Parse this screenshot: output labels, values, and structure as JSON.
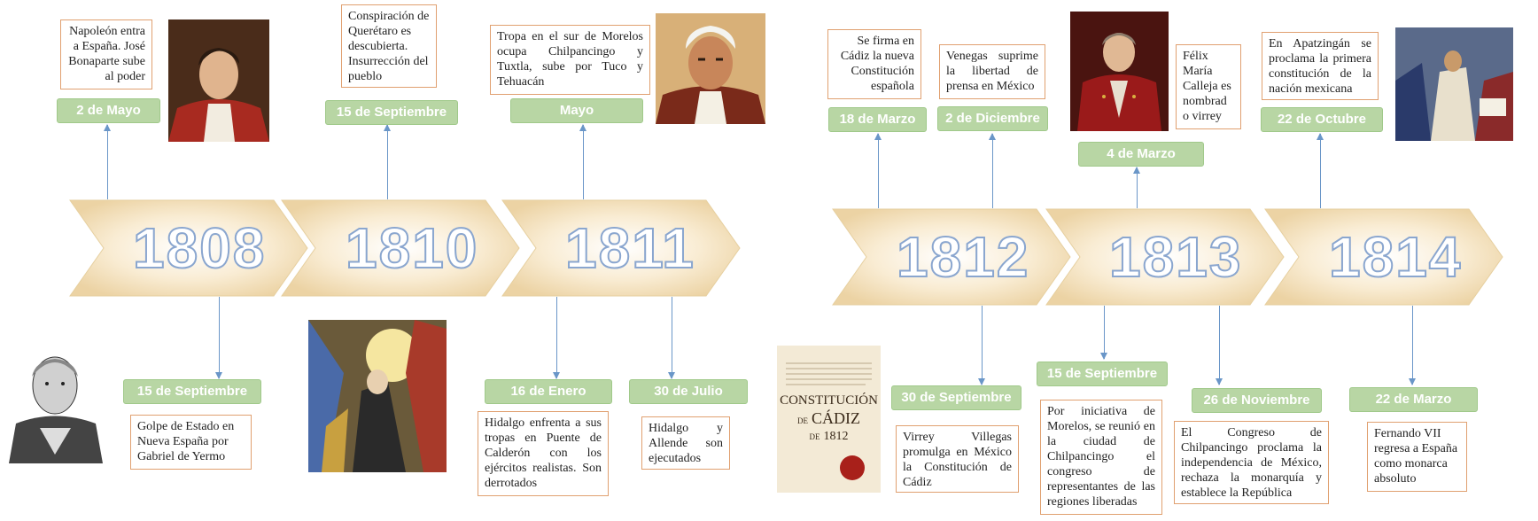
{
  "colors": {
    "pill": "#b8d6a4",
    "box_border": "#e0a070",
    "arrow": "#6a96c8",
    "year_stroke": "#8aa6cf"
  },
  "years": [
    "1808",
    "1810",
    "1811",
    "1812",
    "1813",
    "1814"
  ],
  "events": [
    {
      "date": "2 de Mayo",
      "text": "Napoleón entra a España. José Bonaparte sube al poder"
    },
    {
      "date": "15 de Septiembre",
      "text": "Golpe de Estado en Nueva España por Gabriel de Yermo"
    },
    {
      "date": "15 de Septiembre",
      "text": "Conspiración de Querétaro es descubierta. Insurrección del pueblo"
    },
    {
      "date": "16 de Enero",
      "text": "Hidalgo enfrenta a sus tropas en Puente de Calderón con los ejércitos realistas. Son derrotados"
    },
    {
      "date": "Mayo",
      "text": "Tropa en el sur de Morelos ocupa Chilpancingo y Tuxtla, sube por Tuco y Tehuacán"
    },
    {
      "date": "30 de Julio",
      "text": "Hidalgo y Allende son ejecutados"
    },
    {
      "date": "18 de Marzo",
      "text": "Se firma en Cádiz la nueva Constitución española"
    },
    {
      "date": "2 de Diciembre",
      "text": "Venegas suprime la libertad de prensa en México"
    },
    {
      "date": "30 de Septiembre",
      "text": "Virrey Villegas promulga en México la Constitución de Cádiz"
    },
    {
      "date": "4 de Marzo",
      "text": "Félix María Calleja es nombrad o virrey"
    },
    {
      "date": "15 de Septiembre",
      "text": "Por iniciativa de Morelos, se reunió en la ciudad de Chilpancingo el congreso de representantes de las regiones liberadas"
    },
    {
      "date": "26 de Noviembre",
      "text": "El Congreso de Chilpancingo proclama la independencia de México, rechaza la monarquía y establece la República"
    },
    {
      "date": "22 de Octubre",
      "text": "En Apatzingán se proclama la primera constitución de la nación mexicana"
    },
    {
      "date": "22 de Marzo",
      "text": "Fernando VII regresa a España como monarca absoluto"
    }
  ],
  "images": {
    "cadiz_title_1": "CONSTITUCIÓN",
    "cadiz_title_2": "CÁDIZ",
    "cadiz_de": "DE",
    "cadiz_de2": "DE",
    "cadiz_year": "1812"
  }
}
